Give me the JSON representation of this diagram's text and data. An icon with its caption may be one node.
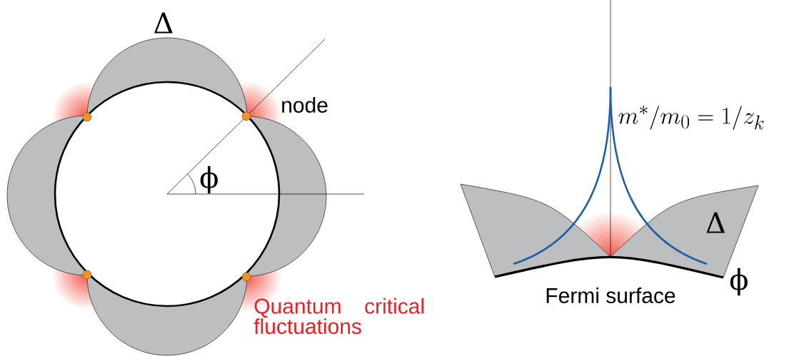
{
  "diagram": {
    "labels": [
      "Δ",
      "node",
      "ϕ",
      "Quantum critical fluctuations",
      "m^*/m_0 = 1/z_k",
      "Δ",
      "Fermi surface",
      "ϕ"
    ]
  }
}
